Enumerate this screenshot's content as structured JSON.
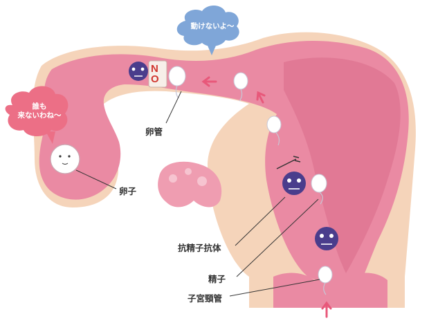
{
  "bubbles": {
    "top": {
      "text": "動けないよ〜",
      "color": "#7fa6d8"
    },
    "left": {
      "line1": "誰も",
      "line2": "来ないわね〜",
      "color": "#ec6f86"
    }
  },
  "sign": {
    "text": "NO",
    "color": "#d0362f"
  },
  "labels": {
    "oviduct": "卵管",
    "egg": "卵子",
    "antibody": "抗精子抗体",
    "sperm": "精子",
    "cervix": "子宮頸管"
  },
  "colors": {
    "uterus_fill": "#e8869f",
    "uterus_inner": "#d86a88",
    "outer_tissue": "#f2c7a6",
    "germ": "#4a3d8c",
    "arrow": "#e8587a"
  }
}
